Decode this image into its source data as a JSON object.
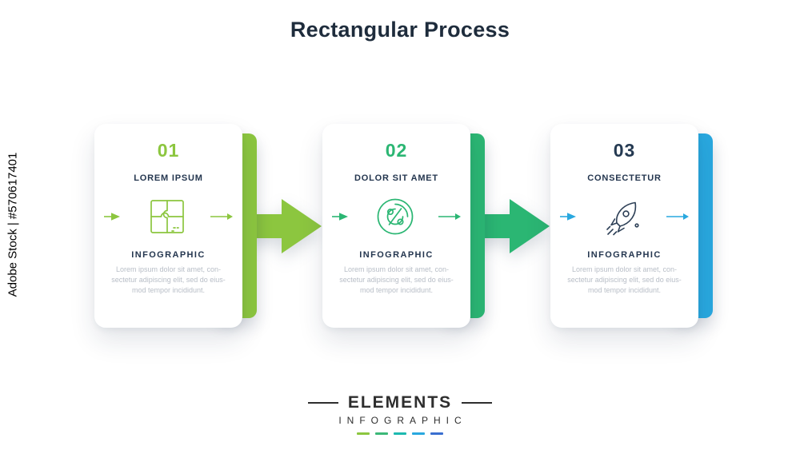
{
  "title": "Rectangular Process",
  "watermark": {
    "text": "Adobe Stock | #570617401"
  },
  "cards": [
    {
      "number": "01",
      "title": "LOREM IPSUM",
      "subtitle": "INFOGRAPHIC",
      "body": "Lorem ipsum dolor sit amet, con-\nsectetur adipiscing elit, sed do eius-\nmod tempor incididunt.",
      "icon": "puzzle-icon",
      "accent": "#8cc63f",
      "number_color": "#8cc63f",
      "icon_color": "#8cc63f"
    },
    {
      "number": "02",
      "title": "DOLOR SIT AMET",
      "subtitle": "INFOGRAPHIC",
      "body": "Lorem ipsum dolor sit amet, con-\nsectetur adipiscing elit, sed do eius-\nmod tempor incididunt.",
      "icon": "percent-icon",
      "accent": "#2bb673",
      "number_color": "#2bb673",
      "icon_color": "#2bb673"
    },
    {
      "number": "03",
      "title": "CONSECTETUR",
      "subtitle": "INFOGRAPHIC",
      "body": "Lorem ipsum dolor sit amet, con-\nsectetur adipiscing elit, sed do eius-\nmod tempor incididunt.",
      "icon": "rocket-icon",
      "accent": "#29a8df",
      "number_color": "#253a52",
      "icon_color": "#2e4057"
    }
  ],
  "arrows": [
    {
      "color": "#8cc63f"
    },
    {
      "color": "#2bb673"
    }
  ],
  "icons": {
    "left_marker": "triangle-arrow-right-icon",
    "right_marker": "arrow-right-icon"
  },
  "footer": {
    "brand_top": "ELEMENTS",
    "brand_bottom": "INFOGRAPHIC",
    "dash_colors": [
      "#8cc63f",
      "#3cb878",
      "#1cb9b0",
      "#29a8df",
      "#3a6fd0"
    ]
  }
}
